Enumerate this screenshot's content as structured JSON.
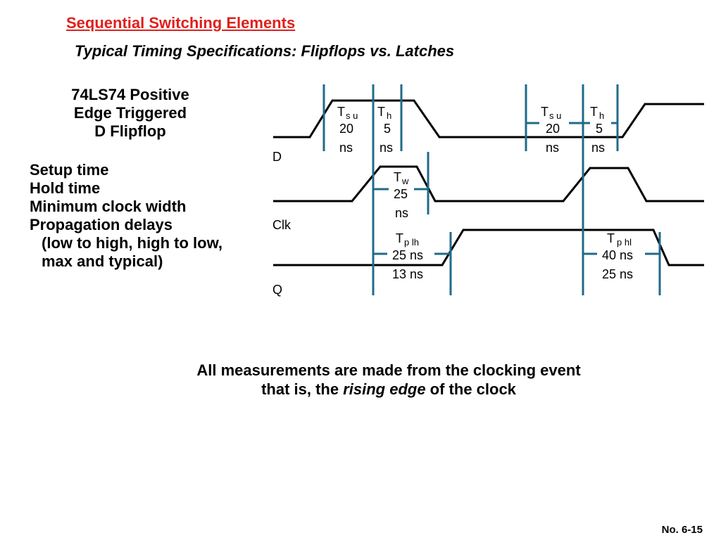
{
  "header": {
    "title": "Sequential Switching Elements",
    "subtitle": "Typical Timing Specifications: Flipflops vs. Latches"
  },
  "device": {
    "lines": [
      "74LS74 Positive",
      "Edge Triggered",
      "D Flipflop"
    ]
  },
  "specs": {
    "items": [
      "Setup time",
      "Hold time",
      "Minimum clock width",
      "Propagation delays",
      "(low to high, high to low,",
      "max and typical)"
    ]
  },
  "diagram": {
    "signals": {
      "d": "D",
      "clk": "Clk",
      "q": "Q"
    },
    "tsu": {
      "main": "T",
      "sub": "s u",
      "val": "20",
      "unit": "ns"
    },
    "th": {
      "main": "T",
      "sub": "h",
      "val": "5",
      "unit": "ns"
    },
    "tw": {
      "main": "T",
      "sub": "w",
      "val": "25",
      "unit": "ns"
    },
    "tplh": {
      "main": "T",
      "sub": "p lh",
      "max": "25 ns",
      "typ": "13 ns"
    },
    "tphl": {
      "main": "T",
      "sub": "p hl",
      "max": "40 ns",
      "typ": "25 ns"
    },
    "colors": {
      "guide": "#1f6b8a",
      "wave": "#000000"
    }
  },
  "note": {
    "line1": "All measurements are made from the clocking event",
    "line2_prefix": "that is, the ",
    "line2_em": "rising edge",
    "line2_suffix": " of the clock"
  },
  "footer": {
    "page_number": "No. 6-15"
  }
}
